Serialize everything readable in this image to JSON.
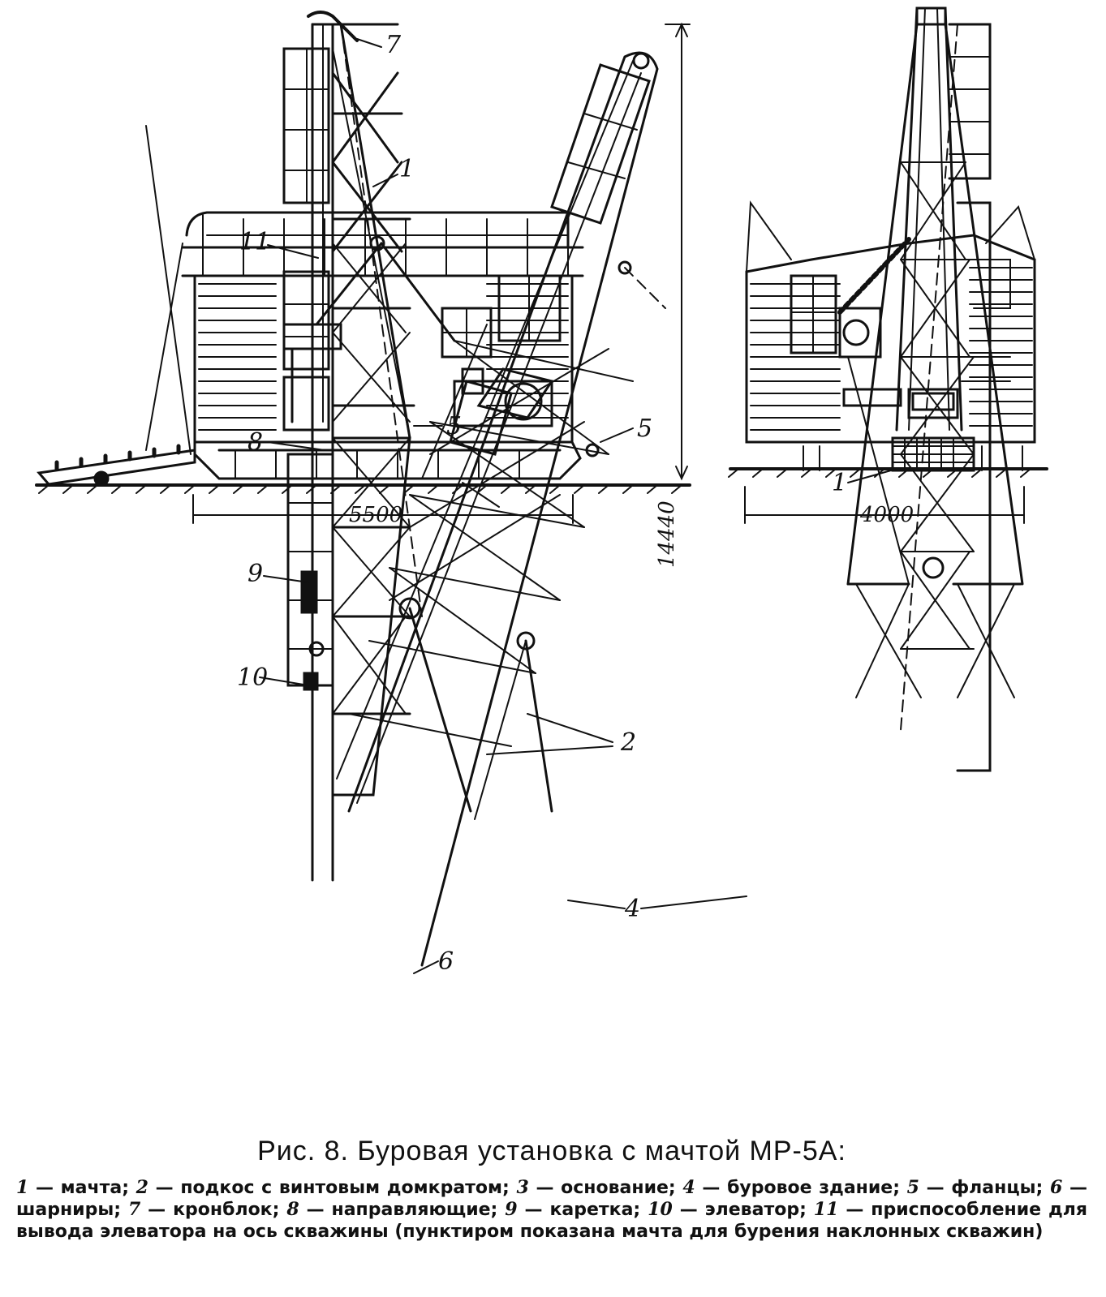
{
  "figure": {
    "labels": {
      "mast": "1",
      "brace": "2",
      "base": "3",
      "building": "4",
      "flanges": "5",
      "hinges": "6",
      "crown_block": "7",
      "guides": "8",
      "carriage": "9",
      "elevator": "10",
      "device": "11"
    },
    "dimensions": {
      "base_width": "5500",
      "side_width": "4000",
      "height": "14440"
    }
  },
  "caption": {
    "title": "Рис. 8. Буровая установка с мачтой МР-5А:",
    "items": [
      {
        "num": "1",
        "text": " — мачта; "
      },
      {
        "num": "2",
        "text": " — подкос с винтовым домкратом; "
      },
      {
        "num": "3",
        "text": " — основание; "
      },
      {
        "num": "4",
        "text": " — буровое здание; "
      },
      {
        "num": "5",
        "text": " — фланцы; "
      },
      {
        "num": "6",
        "text": " — шарниры; "
      },
      {
        "num": "7",
        "text": " — кронблок; "
      },
      {
        "num": "8",
        "text": " — направляющие; "
      },
      {
        "num": "9",
        "text": " — каретка; "
      },
      {
        "num": "10",
        "text": " — элеватор; "
      },
      {
        "num": "11",
        "text": " — приспособление для вывода элеватора на ось скважины (пунктиром показана мачта для бурения наклонных скважин)"
      }
    ]
  }
}
